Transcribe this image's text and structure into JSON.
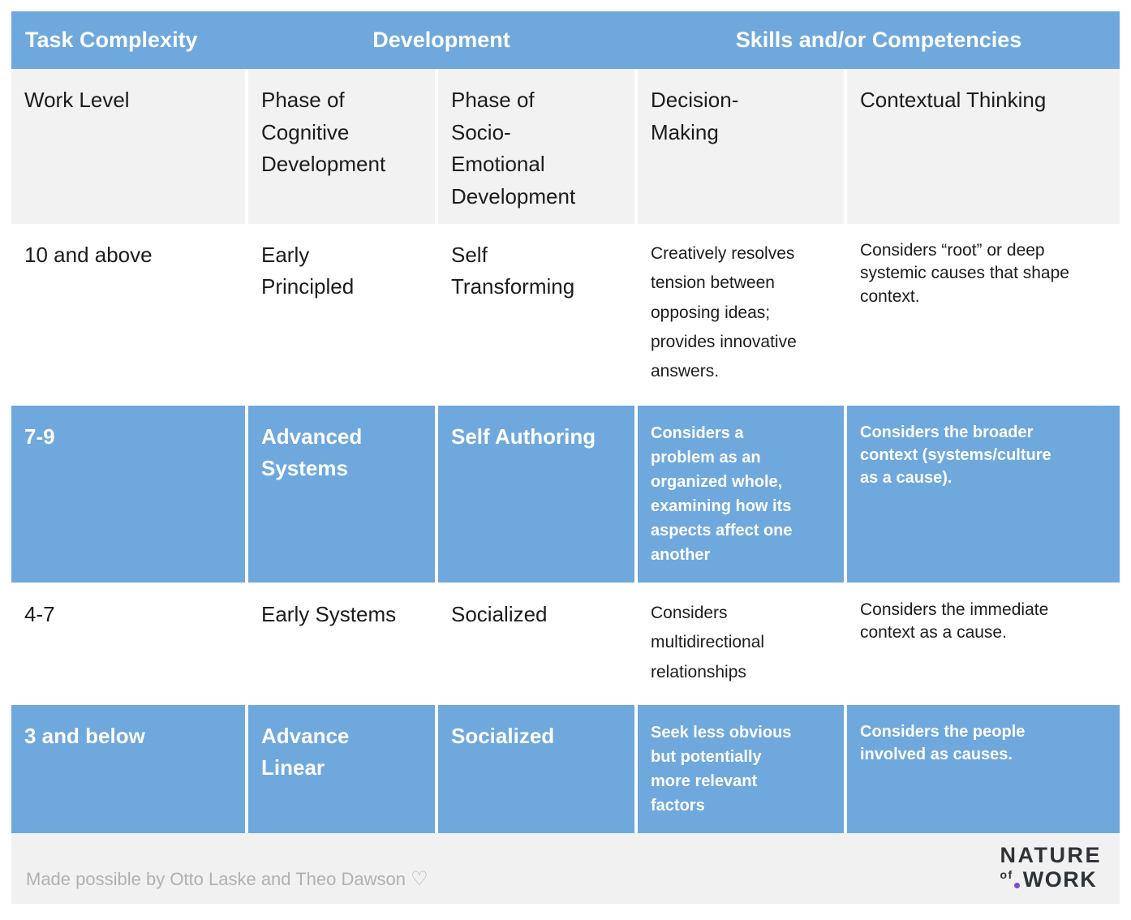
{
  "chart_data": {
    "type": "table",
    "column_groups": [
      "Task Complexity",
      "Development",
      "Skills and/or Competencies"
    ],
    "columns": [
      "Work Level",
      "Phase of Cognitive Development",
      "Phase of Socio-Emotional Development",
      "Decision-Making",
      "Contextual Thinking"
    ],
    "rows": [
      [
        "10 and above",
        "Early Principled",
        "Self Transforming",
        "Creatively resolves tension between opposing ideas; provides innovative answers.",
        "Considers “root” or deep systemic causes that shape context."
      ],
      [
        "7-9",
        "Advanced Systems",
        "Self Authoring",
        "Considers a problem as an organized whole, examining how its aspects affect one another",
        "Considers the broader context (systems/culture as a cause)."
      ],
      [
        "4-7",
        "Early Systems",
        "Socialized",
        "Considers multidirectional relationships",
        "Considers the immediate context as a cause."
      ],
      [
        "3 and below",
        "Advance Linear",
        "Socialized",
        "Seek less obvious but potentially more relevant factors",
        "Considers the people involved as causes."
      ]
    ],
    "legend_position": "none",
    "grid": false
  },
  "header": {
    "task_complexity": "Task Complexity",
    "development": "Development",
    "skills": "Skills and/or Competencies"
  },
  "subheader": {
    "work_level": "Work Level",
    "cognitive": "Phase of\nCognitive\nDevelopment",
    "socio": "Phase of\nSocio-\nEmotional\nDevelopment",
    "decision": "Decision-\nMaking",
    "context": "Contextual Thinking"
  },
  "rows": [
    {
      "level": "10 and above",
      "cognitive": "Early\nPrincipled",
      "socio": "Self\nTransforming",
      "decision": "Creatively resolves\ntension between\nopposing ideas;\nprovides innovative\nanswers.",
      "context": "Considers “root” or deep\nsystemic causes that shape\ncontext."
    },
    {
      "level": "7-9",
      "cognitive": "Advanced\nSystems",
      "socio": "Self Authoring",
      "decision": "Considers a\nproblem as an\norganized whole,\nexamining how its\naspects affect one\nanother",
      "context": "Considers the broader\ncontext (systems/culture\nas a cause)."
    },
    {
      "level": "4-7",
      "cognitive": "Early Systems",
      "socio": "Socialized",
      "decision": "Considers\nmultidirectional\nrelationships",
      "context": "Considers the immediate\ncontext as a cause."
    },
    {
      "level": "3 and below",
      "cognitive": "Advance\nLinear",
      "socio": "Socialized",
      "decision": "Seek less obvious\nbut potentially\nmore relevant\nfactors",
      "context": "Considers the people\ninvolved as causes."
    }
  ],
  "footer": {
    "credit": "Made possible by Otto Laske and Theo Dawson",
    "heart": "♡"
  },
  "logo": {
    "line1": "NATURE",
    "of": "of",
    "work": "WORK"
  },
  "colors": {
    "accent_blue": "#6FA8DC",
    "subheader_bg": "#F2F2F3",
    "footer_bg": "#F1F1F2",
    "footer_text": "#B1B1B1",
    "logo_text": "#2E3338",
    "logo_dot": "#7A4AE2",
    "body_text": "#1C1C1C"
  }
}
